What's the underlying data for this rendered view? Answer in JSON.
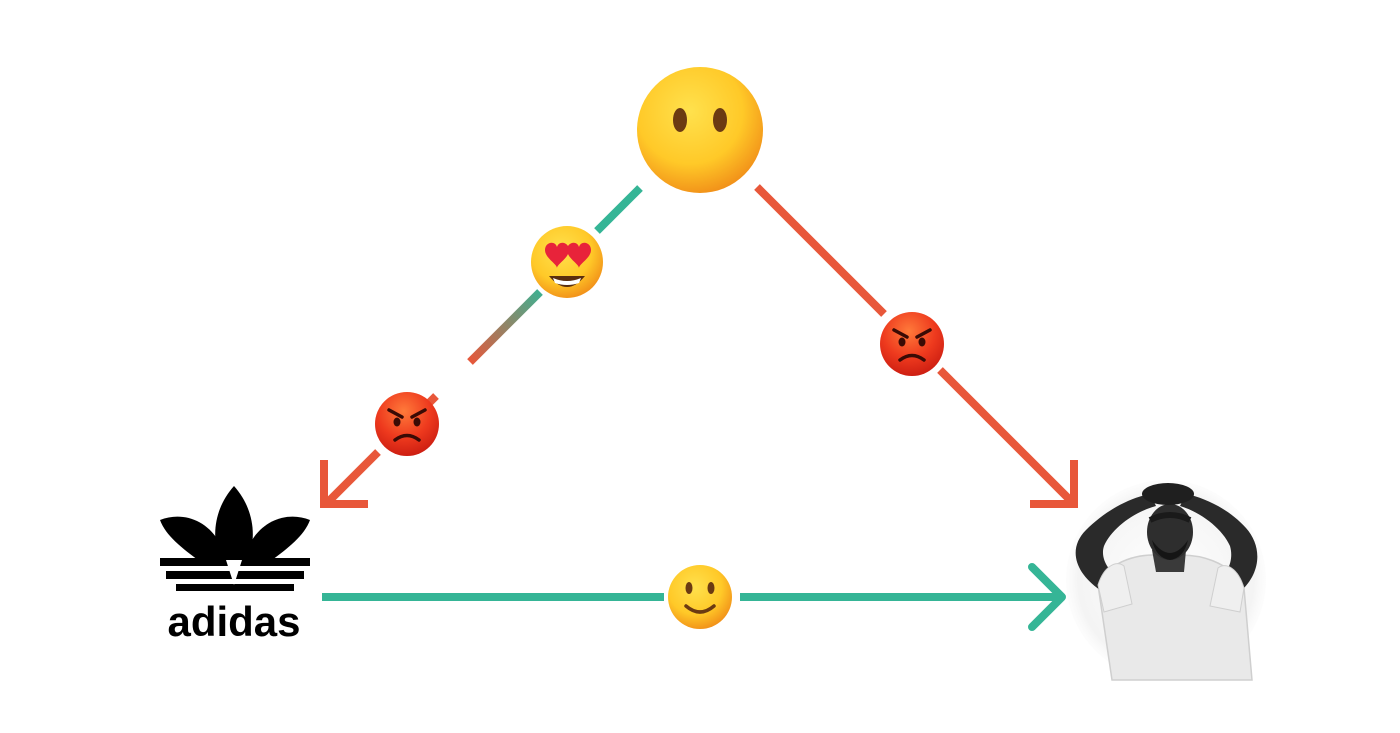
{
  "colors": {
    "green": "#35B596",
    "red": "#E8573A",
    "emoji_yellow": "#FFC928",
    "emoji_orange": "#F39A1E",
    "angry_red": "#E82A1C",
    "heart_red": "#E8233A",
    "logo_black": "#000000"
  },
  "nodes": {
    "top": {
      "icon": "neutral-face-icon"
    },
    "left": {
      "icon": "adidas-trefoil-logo",
      "wordmark": "adidas"
    },
    "right": {
      "icon": "person-photo",
      "description": ""
    }
  },
  "edges": [
    {
      "from": "top",
      "to": "left",
      "color_start": "green",
      "color_end": "red",
      "emojis": [
        "heart-eyes-emoji-icon",
        "angry-face-emoji-icon"
      ]
    },
    {
      "from": "top",
      "to": "right",
      "color": "red",
      "emojis": [
        "angry-face-emoji-icon"
      ]
    },
    {
      "from": "left",
      "to": "right",
      "color": "green",
      "emojis": [
        "slight-smile-emoji-icon"
      ]
    }
  ]
}
